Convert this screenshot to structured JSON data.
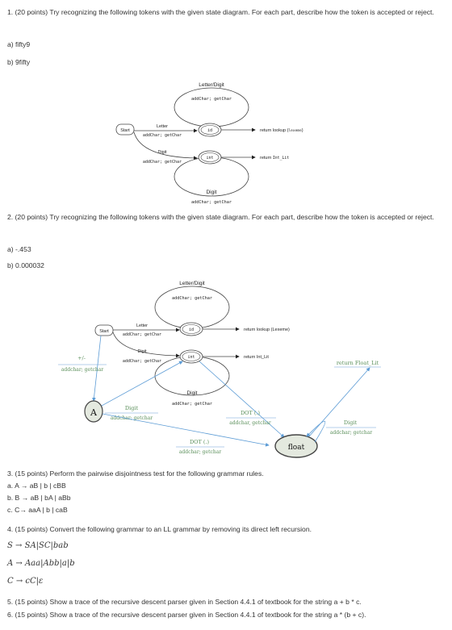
{
  "q1": {
    "text": "1. (20 points) Try recognizing the following tokens with the given state diagram. For each part, describe how the token is accepted or reject.",
    "a": "a) fifty9",
    "b": "b) 9fifty"
  },
  "diagram1": {
    "loop_top_label": "Letter/Digit",
    "loop_top_action": "addChar; getChar",
    "start": "Start",
    "letter_label": "Letter",
    "letter_action": "addChar; getChar",
    "id_state": "id",
    "id_return": "return lookup (",
    "id_return_arg": "lexeme",
    "id_return_close": ")",
    "digit_label": "Digit",
    "digit_action": "addChar; getChar",
    "int_state": "int",
    "int_return": "return",
    "int_return_arg": "Int_Lit",
    "loop_bottom_label": "Digit",
    "loop_bottom_action": "addChar; getChar"
  },
  "q2": {
    "text": "2. (20 points) Try recognizing the following tokens with the given state diagram. For each part, describe how the token is accepted or reject.",
    "a": "a) -.453",
    "b": "b) 0.000032"
  },
  "diagram2": {
    "loop_top_label": "Letter/Digit",
    "loop_top_action": "addChar; getChar",
    "start": "Start",
    "letter_label": "Letter",
    "letter_action": "addChar; getChar",
    "id_state": "id",
    "id_return": "return lookup (Lexeme)",
    "digit_label": "Digit",
    "digit_action": "addChar; getChar",
    "int_state": "int",
    "int_return": "return Int_Lit",
    "loop_bottom_label": "Digit",
    "loop_bottom_action": "addChar; getChar",
    "sign_label": "+/-",
    "sign_action": "addchar; getchar",
    "a_state": "A",
    "a_digit_label": "Digit",
    "a_digit_action": "addchar; getchar",
    "int_dot_label": "DOT (.)",
    "int_dot_action": "addchar, getchar",
    "a_dot_label": "DOT (.)",
    "a_dot_action": "addchar; getchar",
    "float_state": "float",
    "float_return": "return Float_Lit",
    "float_digit_label": "Digit",
    "float_digit_action": "addchar; getchar"
  },
  "q3": {
    "text": "3. (15 points) Perform the pairwise disjointness test for the following grammar rules.",
    "a": "a. A → aB | b | cBB",
    "b": "b. B → aB | bA | aBb",
    "c": "c. C→ aaA | b | caB"
  },
  "q4": {
    "text": "4. (15 points) Convert the following grammar to an LL grammar by removing its direct left recursion.",
    "r1": "S → SA|SC|bab",
    "r2": "A → Aaa|Abb|a|b",
    "r3": "C → cC|ε"
  },
  "q5": {
    "text": "5. (15 points) Show a trace of the recursive descent parser given in Section 4.4.1 of textbook for the string a + b * c."
  },
  "q6": {
    "text": "6. (15 points) Show a trace of the recursive descent parser given in Section 4.4.1 of textbook for the string a * (b + c)."
  }
}
